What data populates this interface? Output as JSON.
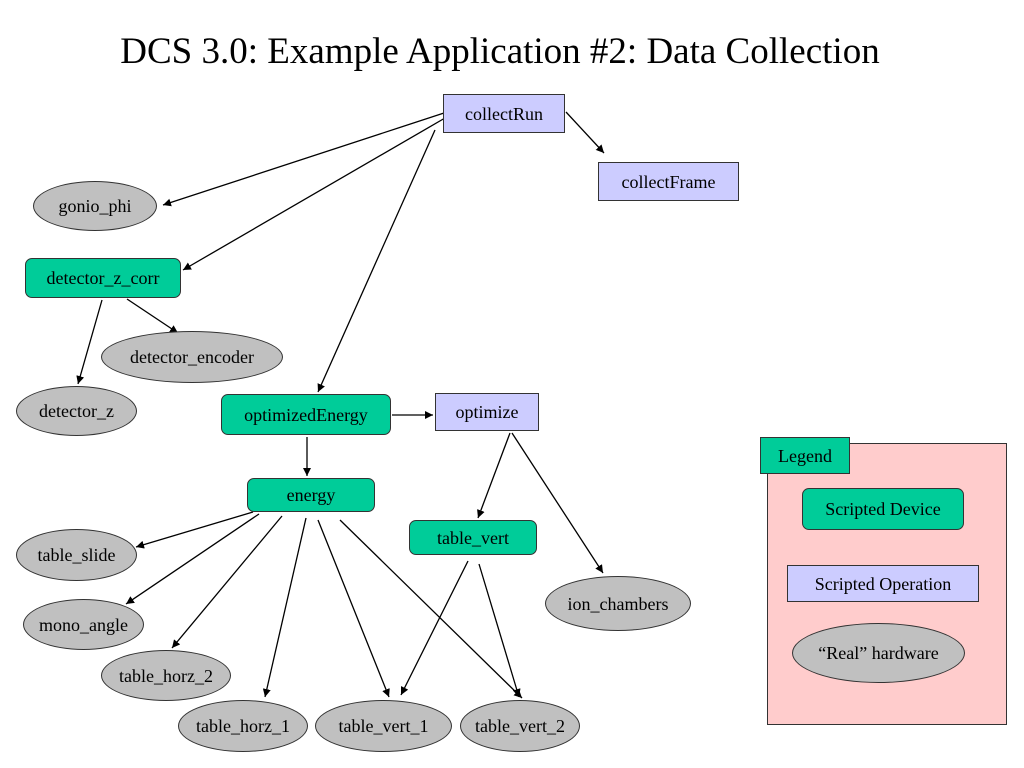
{
  "title": "DCS 3.0: Example Application #2: Data Collection",
  "node_types": {
    "operation": {
      "color": "#ccccff"
    },
    "device": {
      "color": "#00cc99"
    },
    "hardware": {
      "color": "#c0c0c0"
    }
  },
  "nodes": {
    "collectRun": {
      "label": "collectRun",
      "type": "operation"
    },
    "collectFrame": {
      "label": "collectFrame",
      "type": "operation"
    },
    "gonio_phi": {
      "label": "gonio_phi",
      "type": "hardware"
    },
    "detector_z_corr": {
      "label": "detector_z_corr",
      "type": "device"
    },
    "detector_encoder": {
      "label": "detector_encoder",
      "type": "hardware"
    },
    "detector_z": {
      "label": "detector_z",
      "type": "hardware"
    },
    "optimizedEnergy": {
      "label": "optimizedEnergy",
      "type": "device"
    },
    "optimize": {
      "label": "optimize",
      "type": "operation"
    },
    "energy": {
      "label": "energy",
      "type": "device"
    },
    "table_vert": {
      "label": "table_vert",
      "type": "device"
    },
    "ion_chambers": {
      "label": "ion_chambers",
      "type": "hardware"
    },
    "table_slide": {
      "label": "table_slide",
      "type": "hardware"
    },
    "mono_angle": {
      "label": "mono_angle",
      "type": "hardware"
    },
    "table_horz_2": {
      "label": "table_horz_2",
      "type": "hardware"
    },
    "table_horz_1": {
      "label": "table_horz_1",
      "type": "hardware"
    },
    "table_vert_1": {
      "label": "table_vert_1",
      "type": "hardware"
    },
    "table_vert_2": {
      "label": "table_vert_2",
      "type": "hardware"
    }
  },
  "edges": [
    {
      "from": "collectRun",
      "to": "collectFrame"
    },
    {
      "from": "collectRun",
      "to": "gonio_phi"
    },
    {
      "from": "collectRun",
      "to": "detector_z_corr"
    },
    {
      "from": "collectRun",
      "to": "optimizedEnergy"
    },
    {
      "from": "detector_z_corr",
      "to": "detector_encoder"
    },
    {
      "from": "detector_z_corr",
      "to": "detector_z"
    },
    {
      "from": "optimizedEnergy",
      "to": "optimize"
    },
    {
      "from": "optimizedEnergy",
      "to": "energy"
    },
    {
      "from": "optimize",
      "to": "table_vert"
    },
    {
      "from": "optimize",
      "to": "ion_chambers"
    },
    {
      "from": "energy",
      "to": "table_slide"
    },
    {
      "from": "energy",
      "to": "mono_angle"
    },
    {
      "from": "energy",
      "to": "table_horz_2"
    },
    {
      "from": "energy",
      "to": "table_horz_1"
    },
    {
      "from": "energy",
      "to": "table_vert_1"
    },
    {
      "from": "energy",
      "to": "table_vert_2"
    },
    {
      "from": "table_vert",
      "to": "table_vert_1"
    },
    {
      "from": "table_vert",
      "to": "table_vert_2"
    }
  ],
  "legend": {
    "title": "Legend",
    "items": [
      {
        "label": "Scripted Device",
        "type": "device"
      },
      {
        "label": "Scripted Operation",
        "type": "operation"
      },
      {
        "label": "“Real” hardware",
        "type": "hardware"
      }
    ]
  }
}
